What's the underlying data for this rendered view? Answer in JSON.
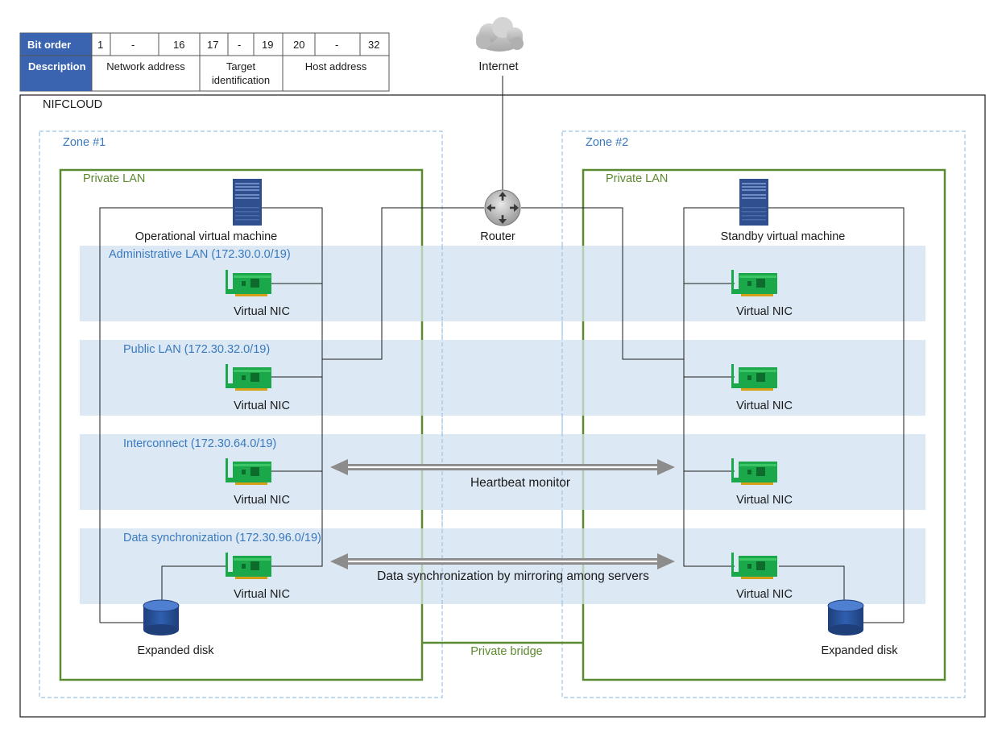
{
  "bit_table": {
    "row1": [
      "Bit order",
      "1",
      "-",
      "16",
      "17",
      "-",
      "19",
      "20",
      "-",
      "32"
    ],
    "row2": {
      "header": "Description",
      "network": "Network address",
      "target_1": "Target",
      "target_2": "identification",
      "host": "Host address"
    }
  },
  "internet_label": "Internet",
  "cloud_label": "NIFCLOUD",
  "router_label": "Router",
  "zones": {
    "zone1": "Zone #1",
    "zone2": "Zone #2"
  },
  "private_lan": "Private LAN",
  "private_bridge": "Private bridge",
  "operational_vm": "Operational virtual machine",
  "standby_vm": "Standby virtual machine",
  "lans": [
    "Administrative LAN (172.30.0.0/19)",
    "Public LAN (172.30.32.0/19)",
    "Interconnect (172.30.64.0/19)",
    "Data synchronization (172.30.96.0/19)"
  ],
  "nic_label": "Virtual NIC",
  "disk_label": "Expanded disk",
  "heartbeat": "Heartbeat monitor",
  "data_sync": "Data synchronization  by mirroring among servers",
  "colors": {
    "lan_band": "#dce9f5",
    "zone_border": "#9cc3e4",
    "private_lan_border": "#5a8a32",
    "nic_green": "#1aa84a",
    "server_blue": "#2f4f8f",
    "arrow_gray": "#8c8c8c",
    "table_header": "#3b64b0"
  },
  "icons": {
    "cloud": "cloud-icon",
    "router": "router-icon",
    "server": "server-icon",
    "nic": "nic-card-icon",
    "disk": "disk-icon"
  }
}
